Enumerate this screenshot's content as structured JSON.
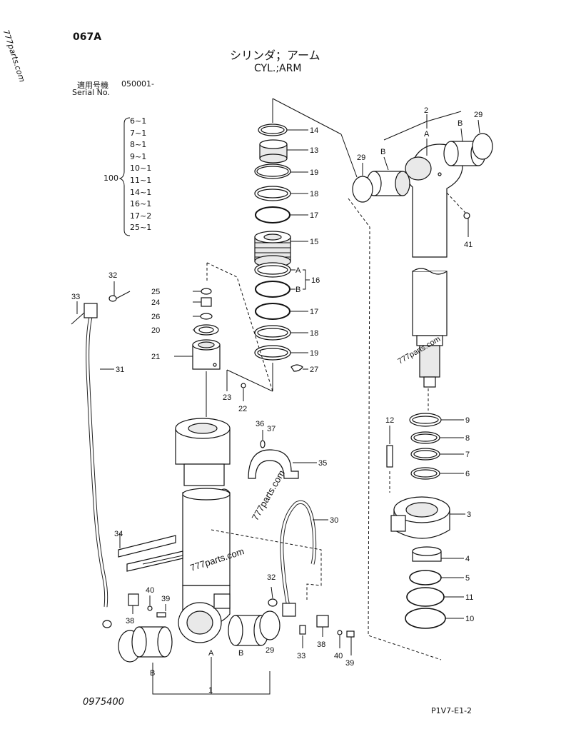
{
  "watermark": "777parts.com",
  "page_code": "067A",
  "title_jp": "シリンダ；アーム",
  "title_en": "CYL.;ARM",
  "serial": {
    "label_jp": "適用号機",
    "value": "050001-",
    "label_en": "Serial No."
  },
  "kit": {
    "number": "100",
    "items": [
      "6~1",
      "7~1",
      "8~1",
      "9~1",
      "10~1",
      "11~1",
      "14~1",
      "16~1",
      "17~2",
      "25~1"
    ]
  },
  "doc_number": "0975400",
  "figure_code": "P1V7-E1-2",
  "watermarks_in_drawing": [
    "777parts.com",
    "777parts.com",
    "777parts.com"
  ],
  "callouts": {
    "c14": "14",
    "c13": "13",
    "c19a": "19",
    "c18a": "18",
    "c17a": "17",
    "c15": "15",
    "c16": "16",
    "c16a": "A",
    "c16b": "B",
    "c17b": "17",
    "c18b": "18",
    "c19b": "19",
    "c27": "27",
    "c2": "2",
    "c2a": "A",
    "c2b1": "B",
    "c2b2": "B",
    "c29a": "29",
    "c29b": "29",
    "c41": "41",
    "c25": "25",
    "c24": "24",
    "c26": "26",
    "c20": "20",
    "c21": "21",
    "c23": "23",
    "c22": "22",
    "c32a": "32",
    "c33a": "33",
    "c31": "31",
    "c36": "36",
    "c37": "37",
    "c35": "35",
    "c30": "30",
    "c34": "34",
    "c40a": "40",
    "c39a": "39",
    "c38a": "38",
    "c32b": "32",
    "c29c": "29",
    "c1a": "A",
    "c1b1": "B",
    "c1b2": "B",
    "c1": "1",
    "c33b": "33",
    "c38b": "38",
    "c40b": "40",
    "c39b": "39",
    "c12": "12",
    "c9": "9",
    "c8": "8",
    "c7": "7",
    "c6": "6",
    "c3": "3",
    "c4": "4",
    "c5": "5",
    "c11": "11",
    "c10": "10"
  }
}
